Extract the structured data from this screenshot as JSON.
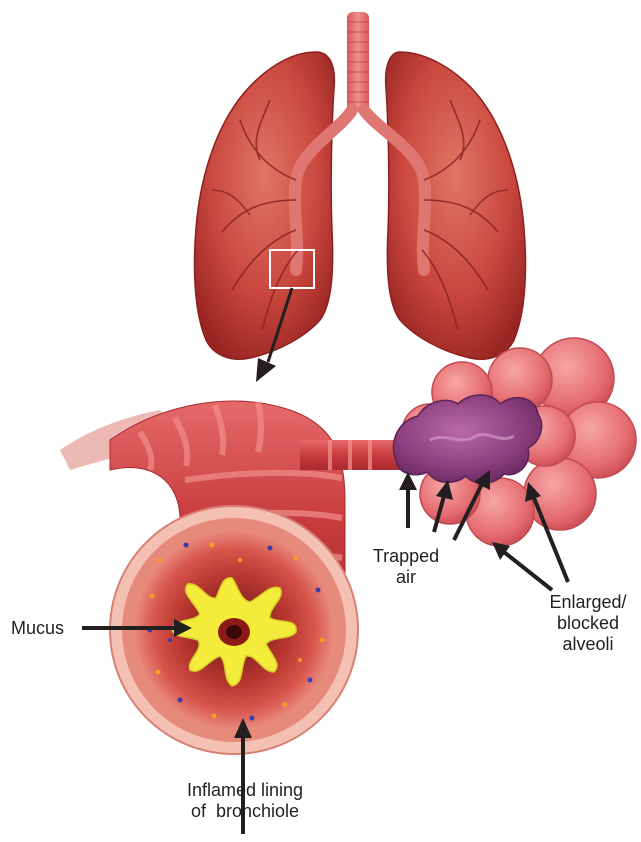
{
  "labels": {
    "mucus": "Mucus",
    "trapped_air_line1": "Trapped",
    "trapped_air_line2": "air",
    "enlarged_line1": "Enlarged/",
    "enlarged_line2": "blocked",
    "enlarged_line3": "alveoli",
    "inflamed_line1": "Inflamed lining",
    "inflamed_line2": "of  bronchiole"
  },
  "colors": {
    "lung_outer": "#b5302d",
    "lung_inner": "#d4584b",
    "trachea": "#e3706e",
    "airway": "#c8433f",
    "alveoli": "#e8757a",
    "trapped_air": "#8c3f7e",
    "mucus": "#f3ec3a",
    "arrow": "#231f20"
  }
}
